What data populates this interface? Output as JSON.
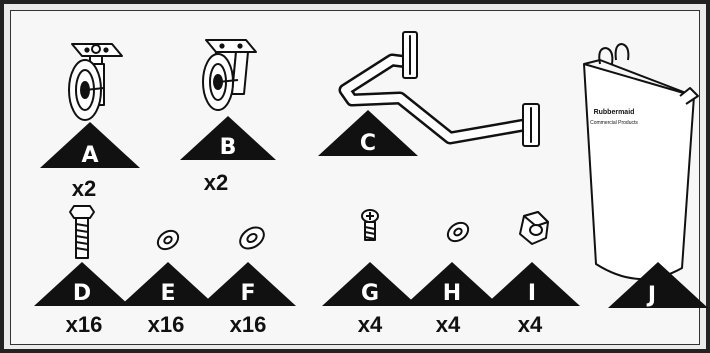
{
  "parts": [
    {
      "letter": "A",
      "quantity": "x2",
      "icon": "swivel-caster"
    },
    {
      "letter": "B",
      "quantity": "x2",
      "icon": "rigid-caster"
    },
    {
      "letter": "C",
      "quantity": "",
      "icon": "frame-handle"
    },
    {
      "letter": "D",
      "quantity": "x16",
      "icon": "hex-bolt"
    },
    {
      "letter": "E",
      "quantity": "x16",
      "icon": "washer"
    },
    {
      "letter": "F",
      "quantity": "x16",
      "icon": "washer"
    },
    {
      "letter": "G",
      "quantity": "x4",
      "icon": "phillips-screw"
    },
    {
      "letter": "H",
      "quantity": "x4",
      "icon": "washer"
    },
    {
      "letter": "I",
      "quantity": "x4",
      "icon": "hex-nut"
    },
    {
      "letter": "J",
      "quantity": "",
      "icon": "bag"
    }
  ],
  "bag_label": {
    "brand": "Rubbermaid",
    "subtitle": "Commercial Products"
  }
}
